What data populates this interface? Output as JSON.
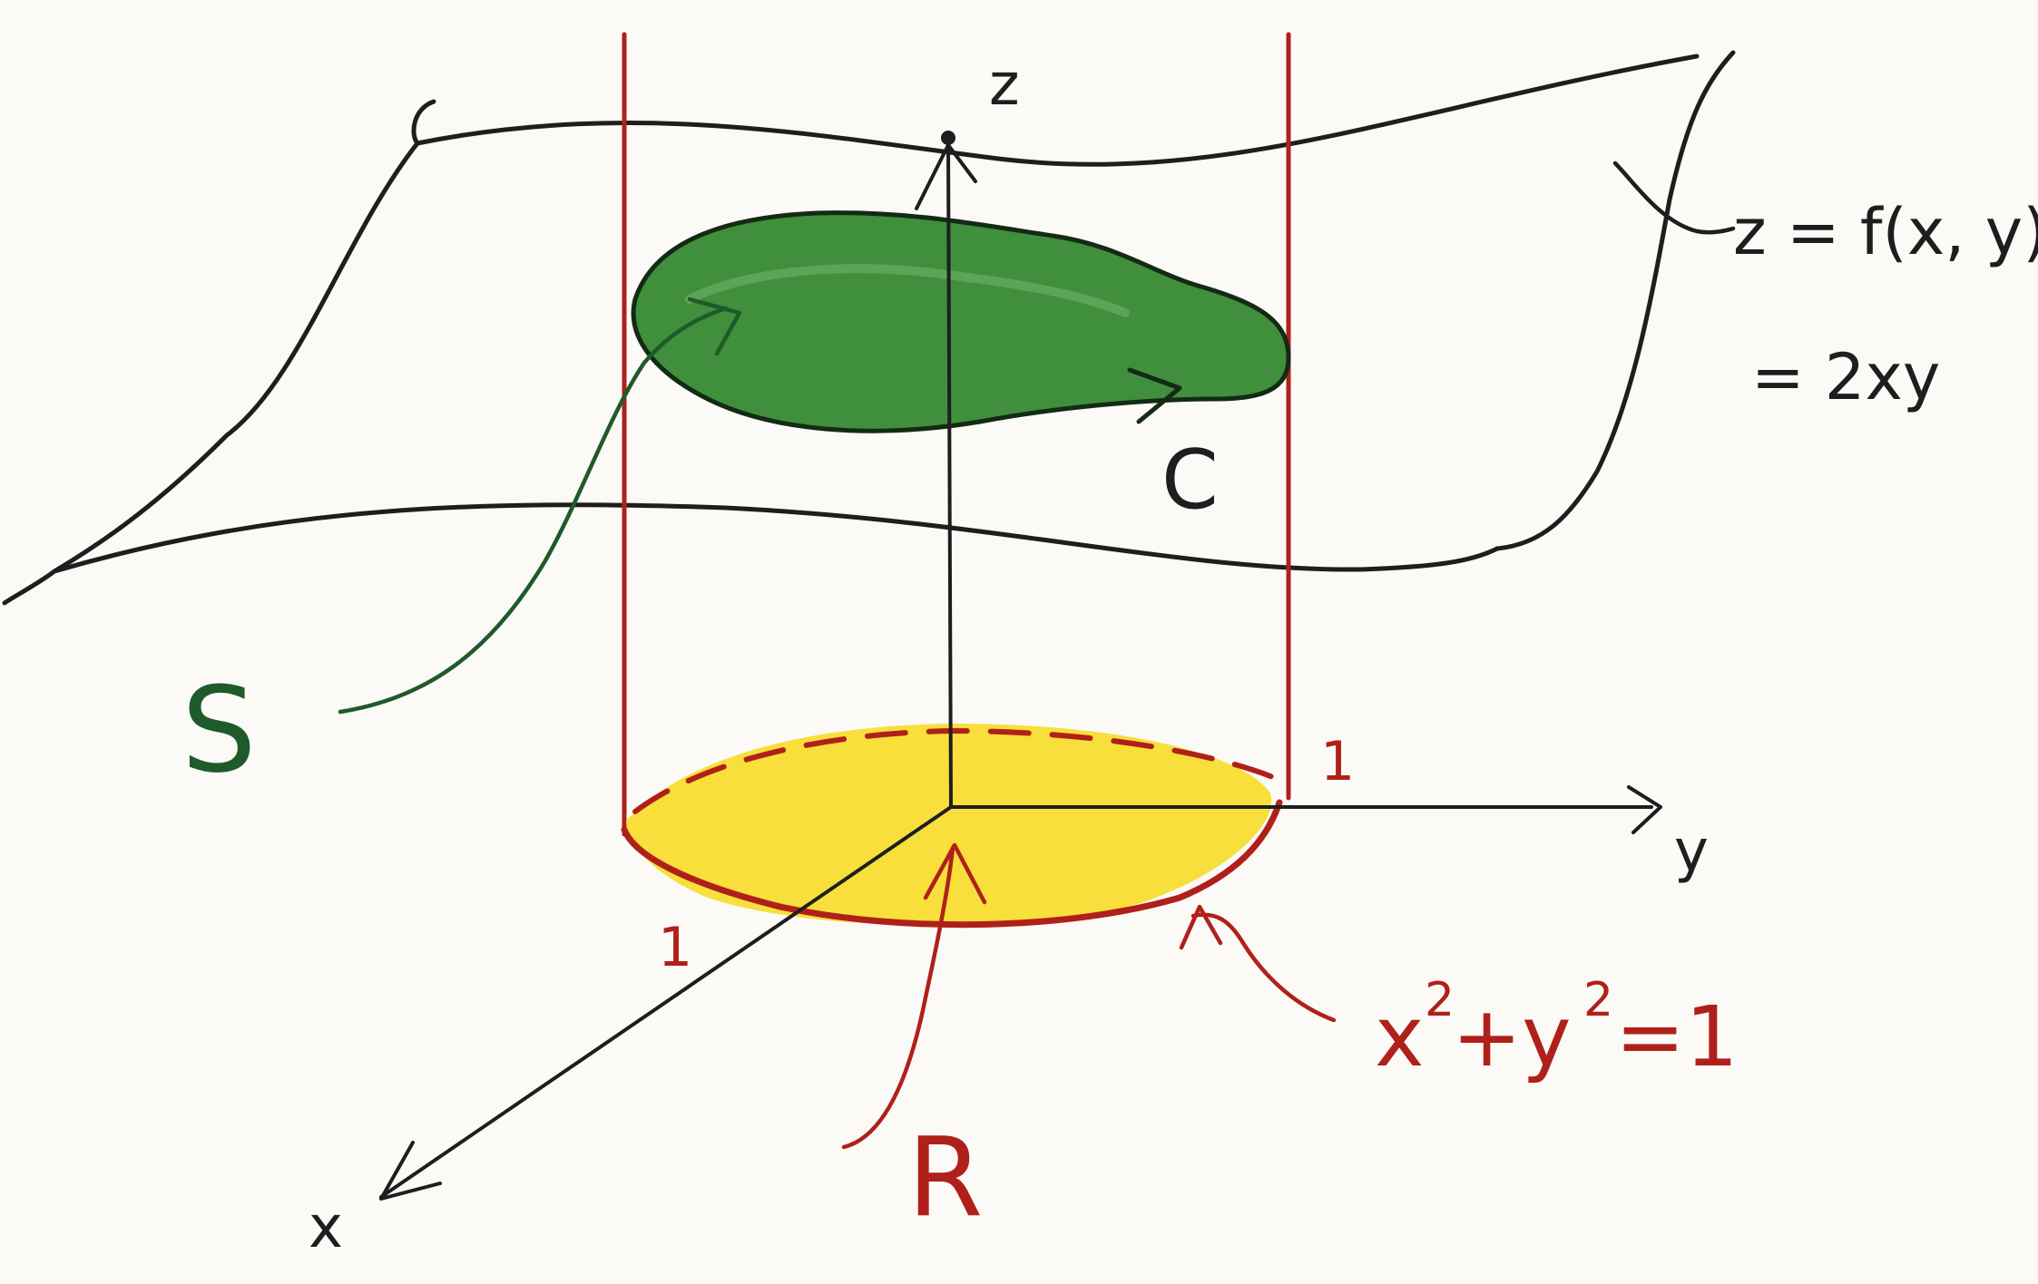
{
  "labels": {
    "z_axis": "z",
    "y_axis": "y",
    "x_axis": "x",
    "surface_eq_line1": "z = f(x, y)",
    "surface_eq_line2": "= 2xy",
    "curve": "C",
    "surface_patch": "S",
    "region": "R",
    "circle_eq_base": "x",
    "circle_eq_exp": "2",
    "circle_eq_plus": "+y",
    "circle_eq_exp2": "2",
    "circle_eq_rhs": "=1",
    "tick_y": "1",
    "tick_x": "1"
  },
  "colors": {
    "ink": "#1e1e1e",
    "red": "#b0201a",
    "green_fill": "#3f8f3c",
    "green_dark": "#1f5a2a",
    "yellow_fill": "#f7dc2a",
    "background": "#fbfaf6"
  }
}
